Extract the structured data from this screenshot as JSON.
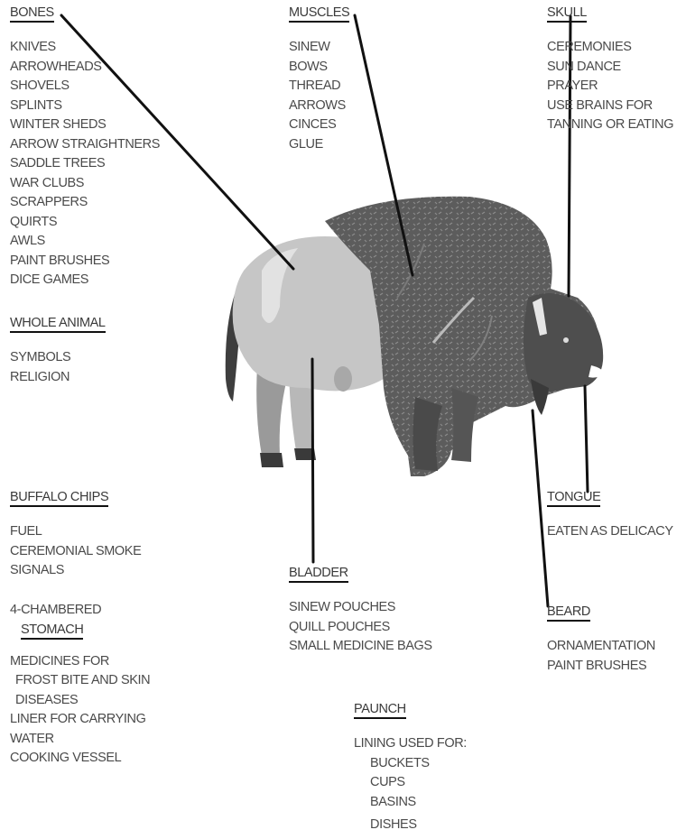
{
  "sections": {
    "bones": {
      "heading": "BONES",
      "items": [
        "KNIVES",
        "ARROWHEADS",
        "SHOVELS",
        "SPLINTS",
        "WINTER SHEDS",
        "ARROW STRAIGHTNERS",
        "SADDLE TREES",
        "WAR CLUBS",
        "SCRAPPERS",
        "QUIRTS",
        "AWLS",
        "PAINT BRUSHES",
        "DICE GAMES"
      ]
    },
    "whole_animal": {
      "heading": "WHOLE ANIMAL",
      "items": [
        "SYMBOLS",
        "RELIGION"
      ]
    },
    "buffalo_chips": {
      "heading": "BUFFALO CHIPS",
      "items": [
        "FUEL",
        "CEREMONIAL SMOKE",
        "SIGNALS"
      ]
    },
    "stomach": {
      "line1": "4-CHAMBERED",
      "heading": "STOMACH",
      "items": [
        "MEDICINES FOR",
        "FROST BITE AND SKIN",
        "DISEASES",
        "LINER FOR CARRYING",
        "WATER",
        "COOKING VESSEL"
      ]
    },
    "muscles": {
      "heading": "MUSCLES",
      "items": [
        "SINEW",
        "BOWS",
        "THREAD",
        "ARROWS",
        "CINCES",
        "GLUE"
      ]
    },
    "bladder": {
      "heading": "BLADDER",
      "items": [
        "SINEW POUCHES",
        "QUILL POUCHES",
        "SMALL MEDICINE BAGS"
      ]
    },
    "paunch": {
      "heading": "PAUNCH",
      "intro": "LINING USED FOR:",
      "items": [
        "BUCKETS",
        "CUPS",
        "BASINS",
        "DISHES"
      ]
    },
    "skull": {
      "heading": "SKULL",
      "items": [
        "CEREMONIES",
        "SUN DANCE",
        "PRAYER",
        "USE BRAINS FOR",
        "TANNING OR EATING"
      ]
    },
    "tongue": {
      "heading": "TONGUE",
      "items": [
        "EATEN AS DELICACY"
      ]
    },
    "beard": {
      "heading": "BEARD",
      "items": [
        "ORNAMENTATION",
        "PAINT BRUSHES"
      ]
    }
  },
  "colors": {
    "text": "#4a4a4a",
    "line": "#111111",
    "hide_light": "#c8c8c8",
    "hide_dark": "#5a5a5a"
  },
  "illustration": "buffalo-illustration"
}
